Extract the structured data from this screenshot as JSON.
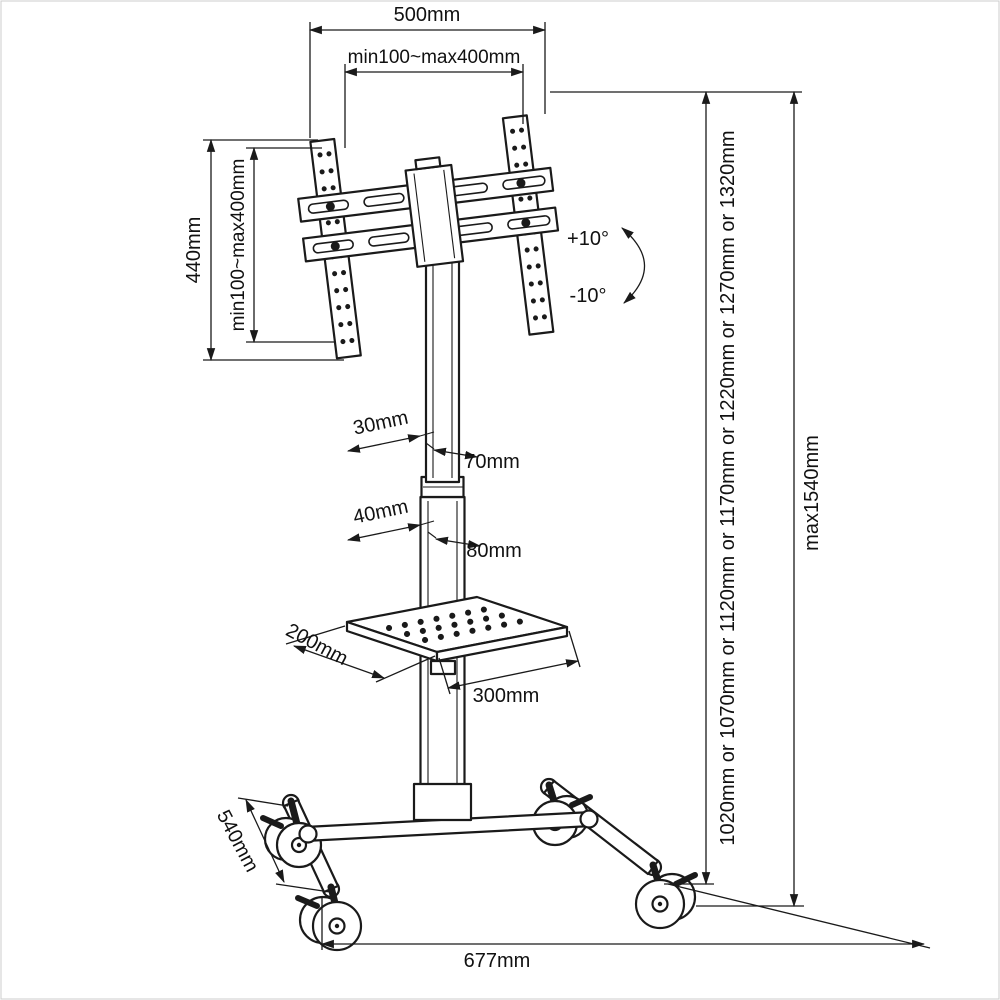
{
  "diagram": {
    "colors": {
      "line": "#1a1a1a",
      "background": "#ffffff"
    },
    "labels": {
      "top_width": "500mm",
      "vesa_horizontal": "min100~max400mm",
      "bracket_height": "440mm",
      "vesa_vertical": "min100~max400mm",
      "tilt_up": "+10°",
      "tilt_down": "-10°",
      "upper_column_depth": "30mm",
      "upper_column_width": "70mm",
      "lower_column_depth": "40mm",
      "lower_column_width": "80mm",
      "shelf_depth": "200mm",
      "shelf_width": "300mm",
      "base_depth": "540mm",
      "base_width": "677mm",
      "height_options": "1020mm or 1070mm or 1120mm or 1170mm or 1220mm or 1270mm or 1320mm",
      "max_height": "max1540mm"
    }
  }
}
